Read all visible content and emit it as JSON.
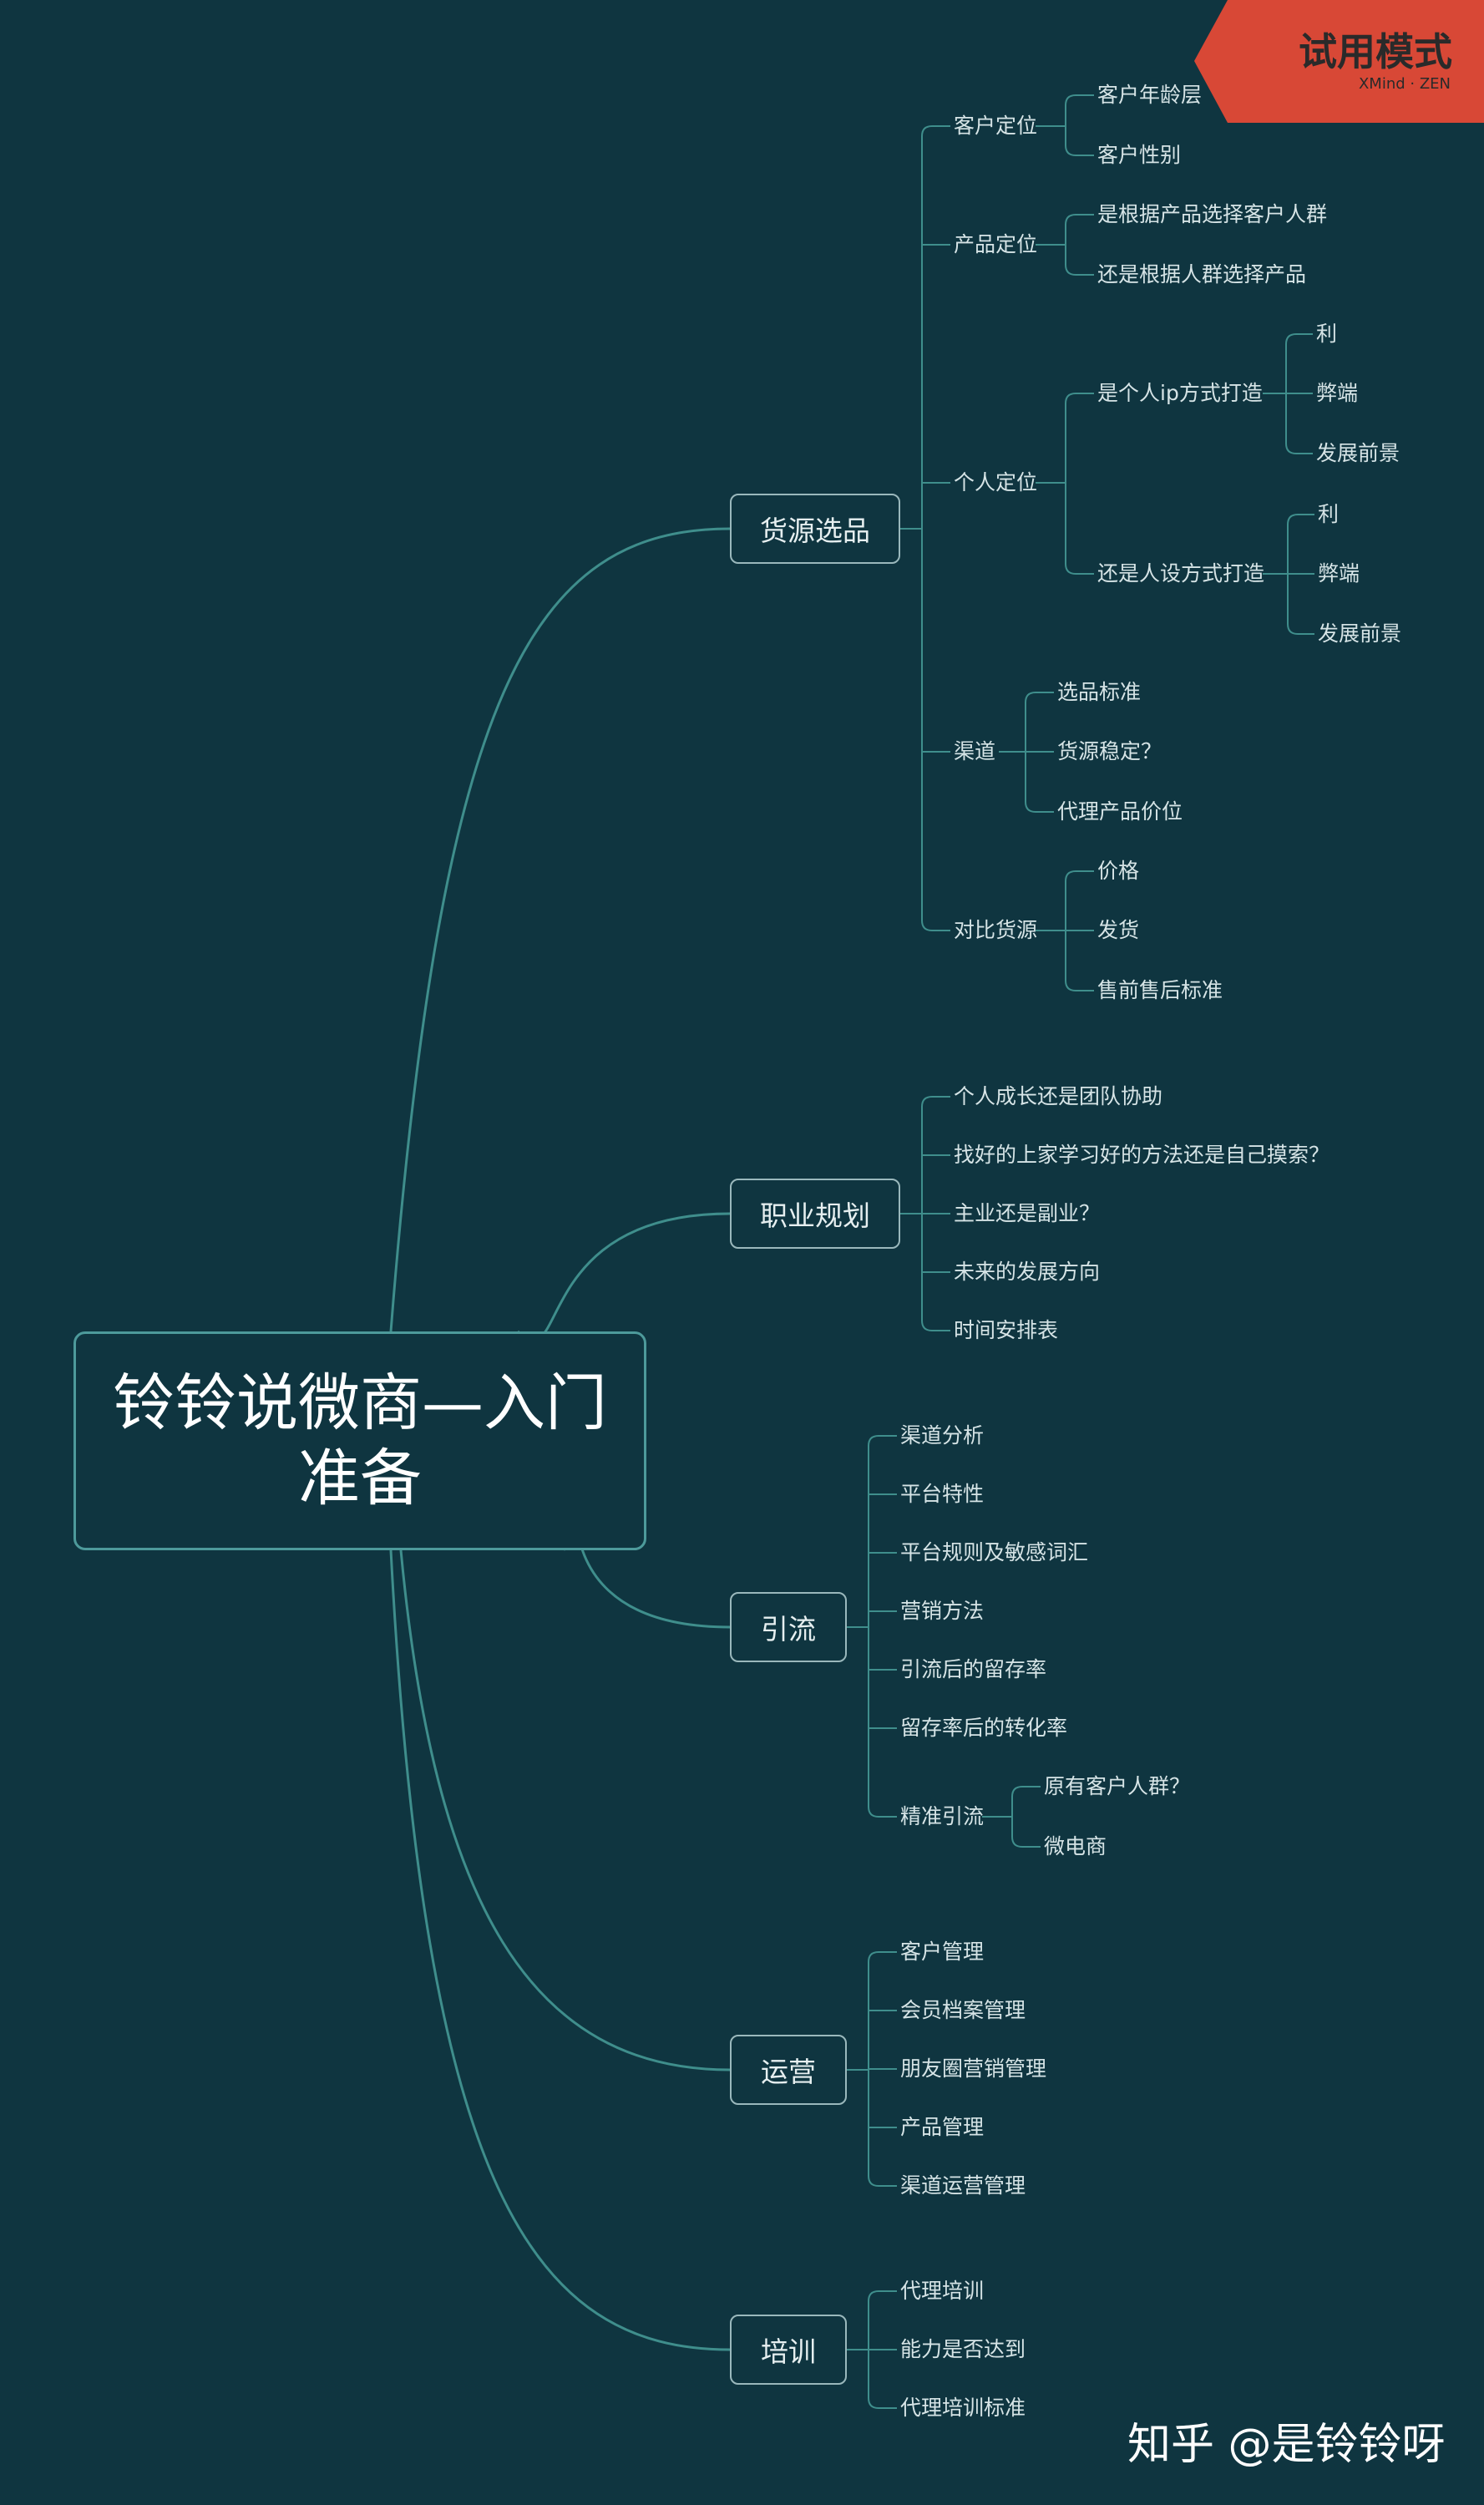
{
  "colors": {
    "background": "#0f3540",
    "branch": "#3f8e8c",
    "badge": "#d84836"
  },
  "badge": {
    "label": "试用模式",
    "sub": "XMind · ZEN"
  },
  "watermark": "知乎 @是铃铃呀",
  "central": "铃铃说微商—入门准备",
  "branches": [
    {
      "label": "货源选品",
      "children": [
        {
          "label": "客户定位",
          "children": [
            {
              "label": "客户年龄层"
            },
            {
              "label": "客户性别"
            }
          ]
        },
        {
          "label": "产品定位",
          "children": [
            {
              "label": "是根据产品选择客户人群"
            },
            {
              "label": "还是根据人群选择产品"
            }
          ]
        },
        {
          "label": "个人定位",
          "children": [
            {
              "label": "是个人ip方式打造",
              "children": [
                {
                  "label": "利"
                },
                {
                  "label": "弊端"
                },
                {
                  "label": "发展前景"
                }
              ]
            },
            {
              "label": "还是人设方式打造",
              "children": [
                {
                  "label": "利"
                },
                {
                  "label": "弊端"
                },
                {
                  "label": "发展前景"
                }
              ]
            }
          ]
        },
        {
          "label": "渠道",
          "children": [
            {
              "label": "选品标准"
            },
            {
              "label": "货源稳定？"
            },
            {
              "label": "代理产品价位"
            }
          ]
        },
        {
          "label": "对比货源",
          "children": [
            {
              "label": "价格"
            },
            {
              "label": "发货"
            },
            {
              "label": "售前售后标准"
            }
          ]
        }
      ]
    },
    {
      "label": "职业规划",
      "children": [
        {
          "label": "个人成长还是团队协助"
        },
        {
          "label": "找好的上家学习好的方法还是自己摸索？"
        },
        {
          "label": "主业还是副业？"
        },
        {
          "label": "未来的发展方向"
        },
        {
          "label": "时间安排表"
        }
      ]
    },
    {
      "label": "引流",
      "children": [
        {
          "label": "渠道分析"
        },
        {
          "label": "平台特性"
        },
        {
          "label": "平台规则及敏感词汇"
        },
        {
          "label": "营销方法"
        },
        {
          "label": "引流后的留存率"
        },
        {
          "label": "留存率后的转化率"
        },
        {
          "label": "精准引流",
          "children": [
            {
              "label": "原有客户人群？"
            },
            {
              "label": "微电商"
            }
          ]
        }
      ]
    },
    {
      "label": "运营",
      "children": [
        {
          "label": "客户管理"
        },
        {
          "label": "会员档案管理"
        },
        {
          "label": "朋友圈营销管理"
        },
        {
          "label": "产品管理"
        },
        {
          "label": "渠道运营管理"
        }
      ]
    },
    {
      "label": "培训",
      "children": [
        {
          "label": "代理培训"
        },
        {
          "label": "能力是否达到"
        },
        {
          "label": "代理培训标准"
        }
      ]
    }
  ]
}
